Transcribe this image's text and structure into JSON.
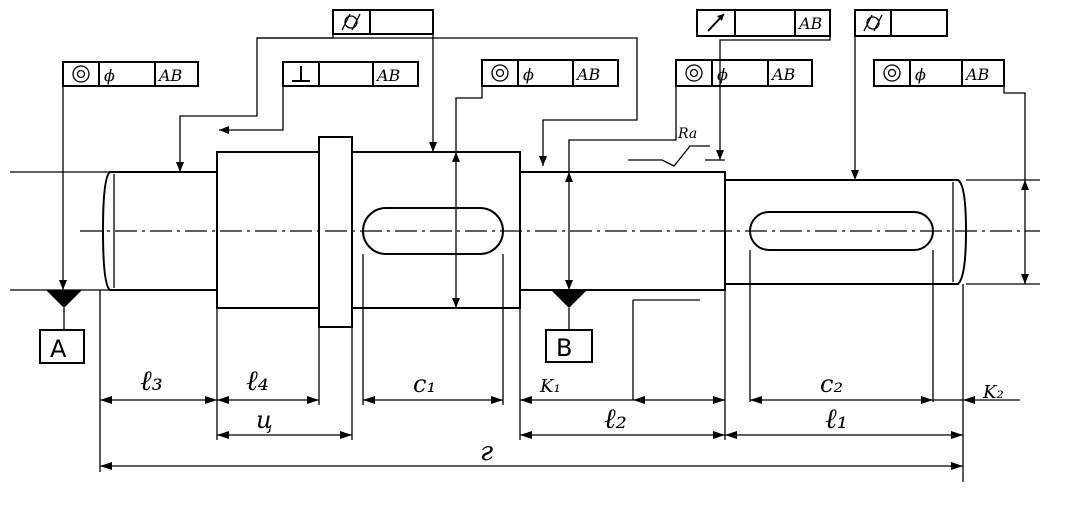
{
  "tolerance_frames": [
    {
      "symbol_icon": "concentricity-icon",
      "value": "ϕ",
      "datum": "AB"
    },
    {
      "symbol_icon": "perpendicularity-icon",
      "value": "",
      "datum": "AB"
    },
    {
      "symbol_icon": "cylindricity-icon",
      "value": "",
      "datum": ""
    },
    {
      "symbol_icon": "concentricity-icon",
      "value": "ϕ",
      "datum": "AB"
    },
    {
      "symbol_icon": "concentricity-icon",
      "value": "ϕ",
      "datum": "AB"
    },
    {
      "symbol_icon": "runout-icon",
      "value": "",
      "datum": "AB"
    },
    {
      "symbol_icon": "cylindricity-icon",
      "value": "",
      "datum": ""
    },
    {
      "symbol_icon": "concentricity-icon",
      "value": "ϕ",
      "datum": "AB"
    }
  ],
  "datums": {
    "a": "A",
    "b": "B"
  },
  "roughness_label": "Ra",
  "dimensions": {
    "l3": "ℓ₃",
    "l4": "ℓ₄",
    "c1": "c₁",
    "k1": "K₁",
    "l2": "ℓ₂",
    "c2": "c₂",
    "k2": "K₂",
    "l1": "ℓ₁",
    "ts": "ц",
    "g": "г"
  }
}
